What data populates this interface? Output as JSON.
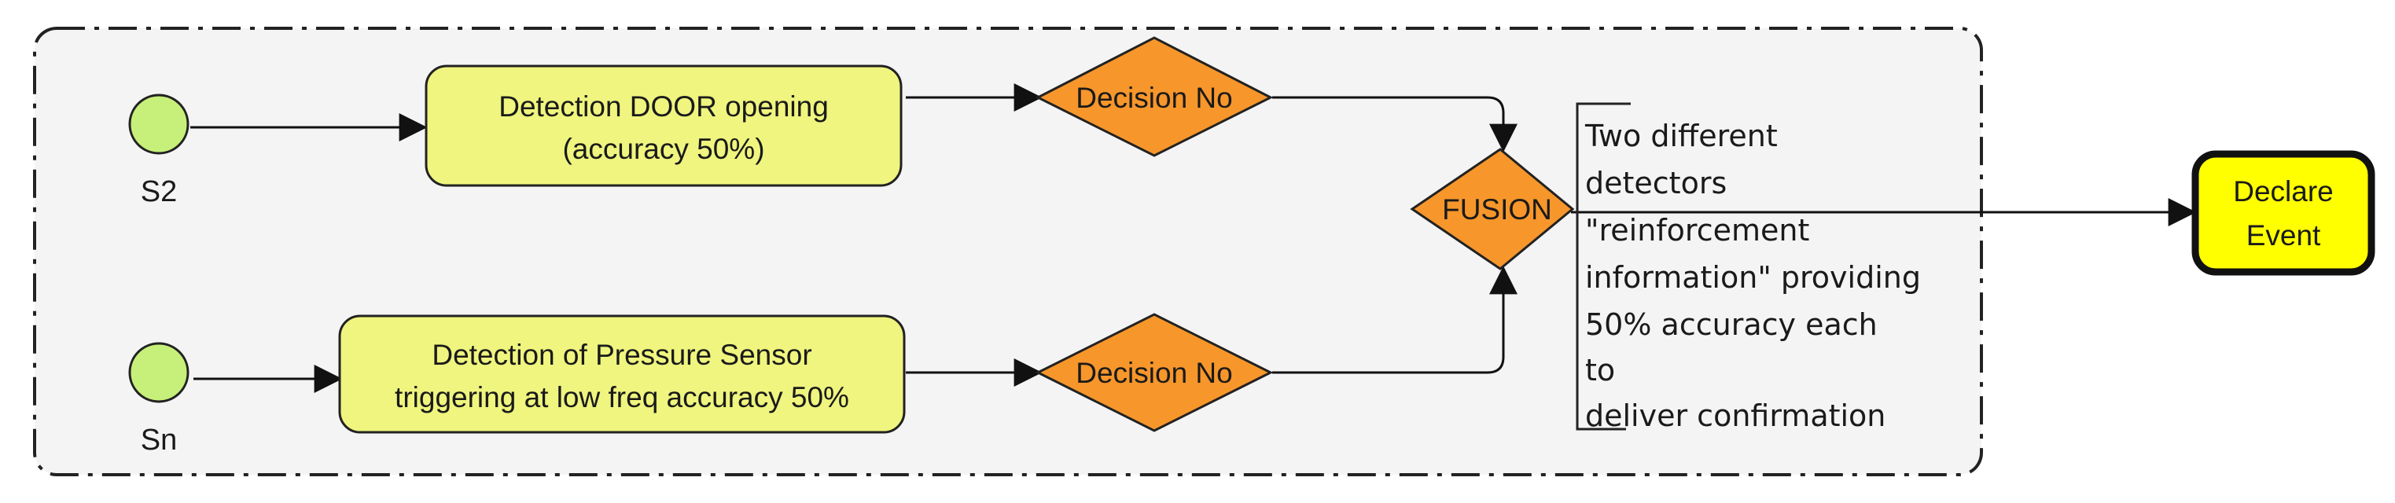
{
  "diagram": {
    "start_events": [
      {
        "id": "s2",
        "label": "S2"
      },
      {
        "id": "sn",
        "label": "Sn"
      }
    ],
    "tasks": [
      {
        "id": "task-door",
        "lines": [
          "Detection DOOR opening",
          "(accuracy 50%)"
        ]
      },
      {
        "id": "task-pressure",
        "lines": [
          "Detection of  Pressure Sensor",
          "triggering at low freq accuracy 50%"
        ]
      }
    ],
    "gateways": [
      {
        "id": "decision-1",
        "label": "Decision No"
      },
      {
        "id": "decision-2",
        "label": "Decision No"
      },
      {
        "id": "fusion",
        "label": "FUSION"
      }
    ],
    "annotation": {
      "lines": [
        "Two different",
        "detectors",
        "\"reinforcement",
        "information\" providing",
        "50% accuracy each",
        "to",
        "deliver confirmation"
      ]
    },
    "end_event": {
      "lines": [
        "Declare",
        "Event"
      ]
    },
    "colors": {
      "start_fill": "#c6f07a",
      "task_fill": "#eff57e",
      "gateway_fill": "#f7962b",
      "end_fill": "#ffff00",
      "container_fill": "#f4f4f4",
      "stroke": "#222222"
    }
  }
}
